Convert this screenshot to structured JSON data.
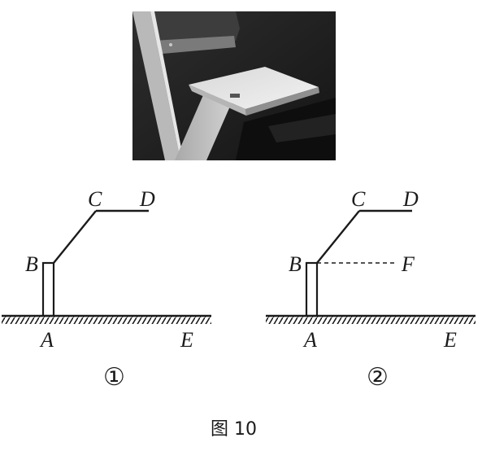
{
  "photo": {
    "subject": "folding seat attached to wall, photographed in grayscale"
  },
  "figure1": {
    "labels": {
      "A": "A",
      "B": "B",
      "C": "C",
      "D": "D",
      "E": "E"
    },
    "number": "①"
  },
  "figure2": {
    "labels": {
      "A": "A",
      "B": "B",
      "C": "C",
      "D": "D",
      "E": "E",
      "F": "F"
    },
    "number": "②"
  },
  "caption": "图 10"
}
